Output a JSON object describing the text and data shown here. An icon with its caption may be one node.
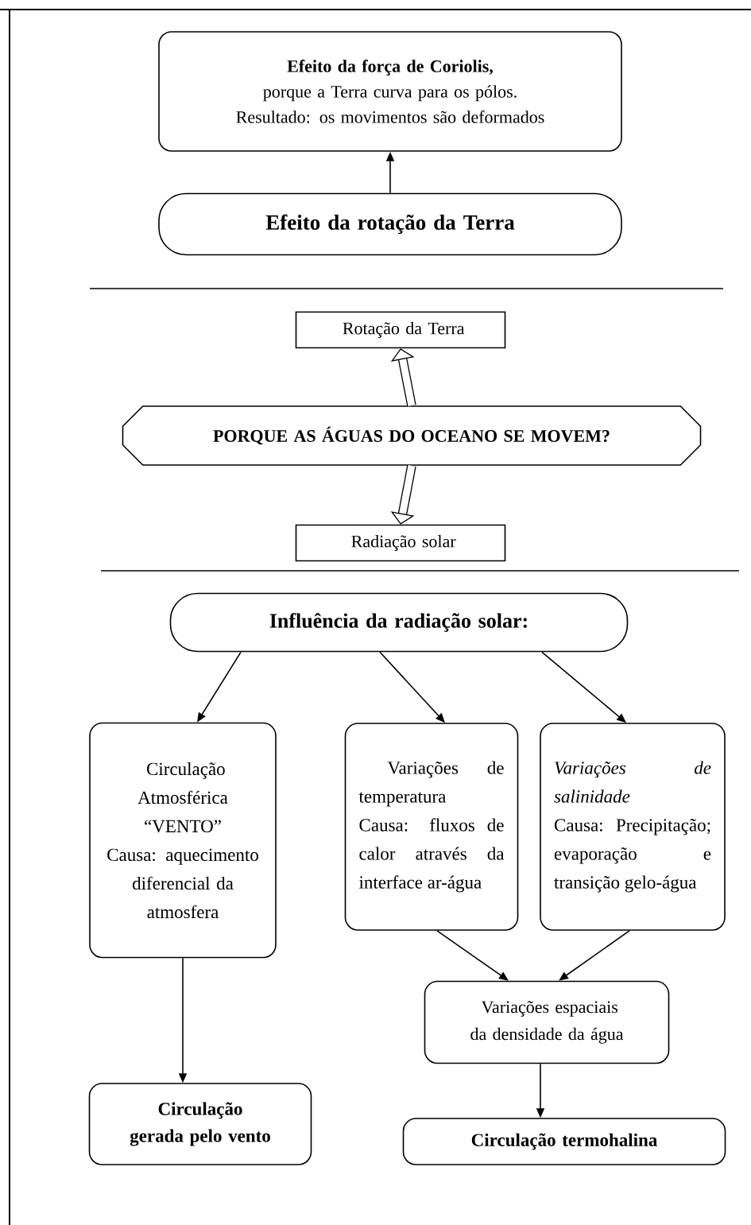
{
  "diagram": {
    "nodes": [
      {
        "text": [
          "Efeito da força de Coriolis,",
          "porque a Terra curva para os pólos. Resultado: os movimentos são deformados"
        ]
      },
      {
        "text": [
          "Efeito da rotação da Terra"
        ]
      },
      {
        "text": [
          "Rotação da Terra"
        ]
      },
      {
        "text": [
          "PORQUE AS ÁGUAS DO OCEANO SE MOVEM?"
        ]
      },
      {
        "text": [
          "Radiação solar"
        ]
      },
      {
        "text": [
          "Influência da radiação solar:"
        ]
      },
      {
        "text": [
          "Circulação Atmosférica “VENTO”",
          "Causa: aquecimento diferencial da atmosfera"
        ]
      },
      {
        "text": [
          "Variações de temperatura",
          "Causa: fluxos de calor através da interface ar-água"
        ]
      },
      {
        "text": [
          "Variações de salinidade",
          "Causa: Precipitação; evaporação e transição gelo-água"
        ]
      },
      {
        "text": [
          "Variações espaciais da densidade da água"
        ]
      },
      {
        "text": [
          "Circulação gerada pelo vento"
        ]
      },
      {
        "text": [
          "Circulação termohalina"
        ]
      }
    ],
    "edges": [
      {
        "from": 1,
        "to": 0,
        "arrow": "to"
      },
      {
        "from": 3,
        "to": 2,
        "arrow": "to",
        "style": "thick"
      },
      {
        "from": 3,
        "to": 4,
        "arrow": "to",
        "style": "thick"
      },
      {
        "from": 5,
        "to": 6,
        "arrow": "to"
      },
      {
        "from": 5,
        "to": 7,
        "arrow": "to"
      },
      {
        "from": 5,
        "to": 8,
        "arrow": "to"
      },
      {
        "from": 6,
        "to": 10,
        "arrow": "to"
      },
      {
        "from": 7,
        "to": 9,
        "arrow": "to"
      },
      {
        "from": 8,
        "to": 9,
        "arrow": "to"
      },
      {
        "from": 9,
        "to": 11,
        "arrow": "to"
      }
    ]
  }
}
